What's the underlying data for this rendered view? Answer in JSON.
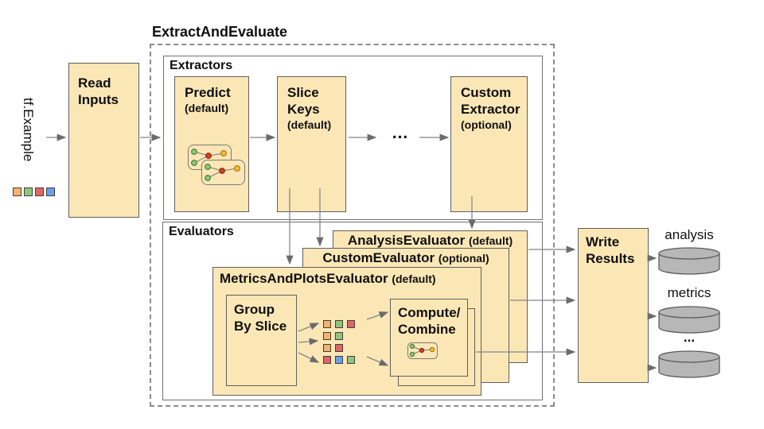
{
  "title": "ExtractAndEvaluate",
  "colors": {
    "orange": "#F6B26B",
    "green": "#93C47D",
    "red": "#E06666",
    "blue": "#6D9EEB",
    "box_fill": "#FBE7B6",
    "cylinder_fill": "#B7B7B7",
    "arrow": "#808080"
  },
  "input": {
    "label": "tf.Example",
    "legend": [
      "orange",
      "green",
      "red",
      "blue"
    ]
  },
  "read_inputs": {
    "line1": "Read",
    "line2": "Inputs"
  },
  "extractors": {
    "label": "Extractors",
    "predict": {
      "title": "Predict",
      "qualifier": "(default)"
    },
    "slice_keys": {
      "line1": "Slice",
      "line2": "Keys",
      "qualifier": "(default)"
    },
    "ellipsis": "...",
    "custom": {
      "line1": "Custom",
      "line2": "Extractor",
      "qualifier": "(optional)"
    }
  },
  "evaluators": {
    "label": "Evaluators",
    "analysis": {
      "title": "AnalysisEvaluator",
      "qualifier": "(default)"
    },
    "custom": {
      "title": "CustomEvaluator",
      "qualifier": "(optional)"
    },
    "metrics_plots": {
      "title": "MetricsAndPlotsEvaluator",
      "qualifier": "(default)"
    },
    "group_by_slice": {
      "line1": "Group",
      "line2": "By Slice"
    },
    "compute_combine": {
      "line1": "Compute/",
      "line2": "Combine"
    },
    "slice_grid": [
      [
        "orange",
        "green",
        "red"
      ],
      [
        "orange",
        "green"
      ],
      [
        "orange",
        "red"
      ],
      [
        "red",
        "blue",
        "green"
      ]
    ]
  },
  "write_results": {
    "line1": "Write",
    "line2": "Results"
  },
  "outputs": [
    "analysis",
    "metrics",
    "..."
  ]
}
